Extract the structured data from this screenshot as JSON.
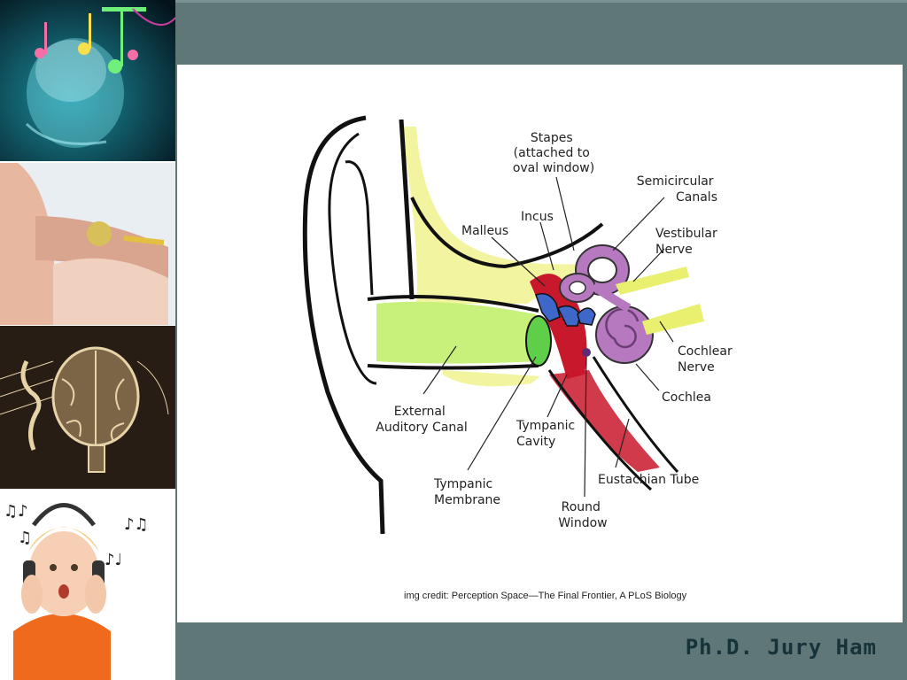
{
  "slide": {
    "author": "Ph.D. Jury Ham",
    "image_credit": "img credit: Perception Space—The Final Frontier, A PLoS Biology"
  },
  "diagram": {
    "labels": {
      "stapes": [
        "Stapes",
        "(attached to",
        "oval window)"
      ],
      "semicircular": [
        "Semicircular",
        "Canals"
      ],
      "incus": "Incus",
      "malleus": "Malleus",
      "vestibular": [
        "Vestibular",
        "Nerve"
      ],
      "cochlear_nerve": [
        "Cochlear",
        "Nerve"
      ],
      "cochlea": "Cochlea",
      "external": [
        "External",
        "Auditory Canal"
      ],
      "tympanic_cavity": [
        "Tympanic",
        "Cavity"
      ],
      "tympanic_membrane": [
        "Tympanic",
        "Membrane"
      ],
      "eustachian": "Eustachian Tube",
      "round_window": [
        "Round",
        "Window"
      ]
    }
  },
  "sidebar": {
    "thumbnails": [
      {
        "name": "music-head-image"
      },
      {
        "name": "inner-ear-image"
      },
      {
        "name": "brain-music-image"
      },
      {
        "name": "child-headphones-image"
      }
    ]
  }
}
